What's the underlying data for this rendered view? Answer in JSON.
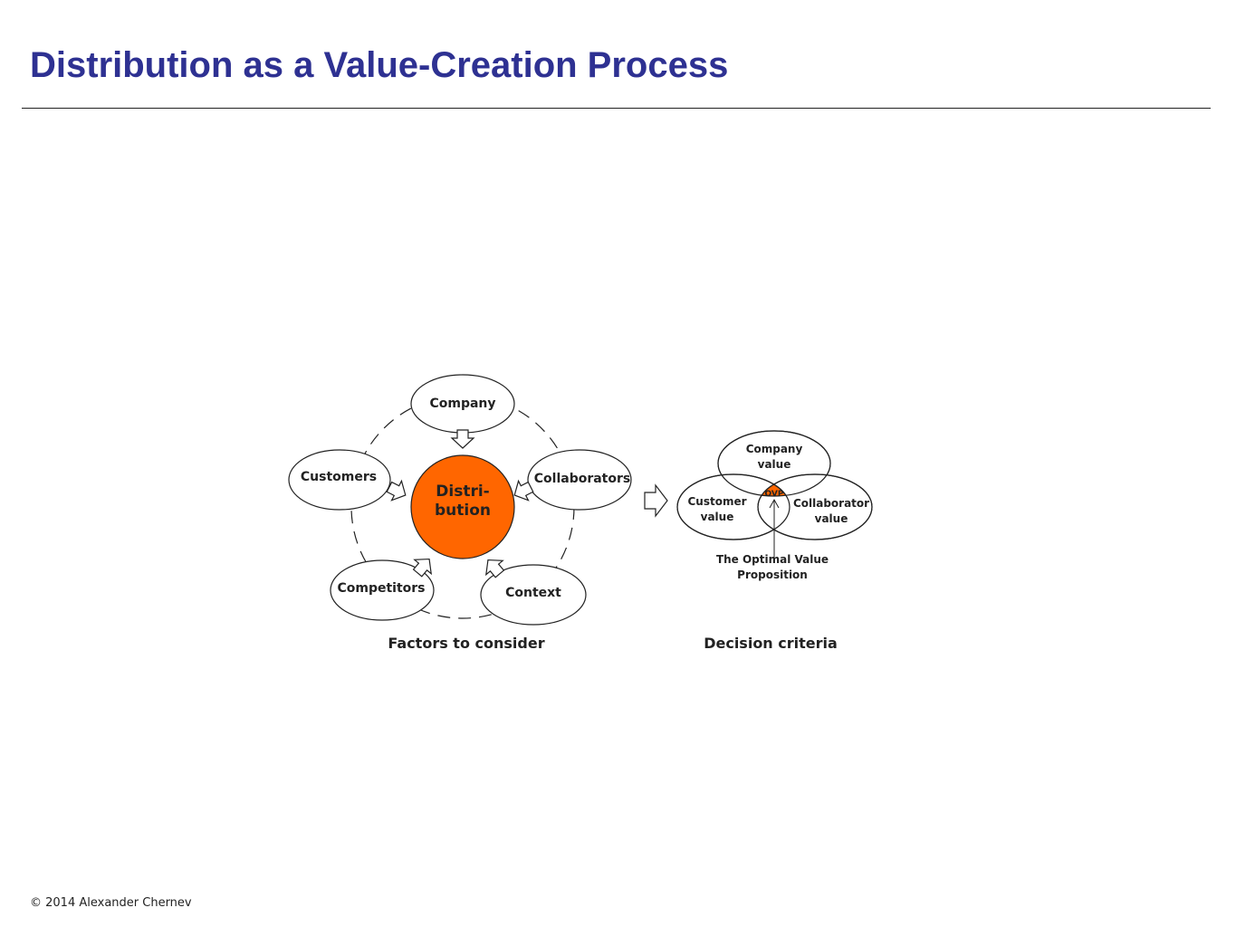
{
  "header": {
    "title": "Distribution as a Value-Creation Process"
  },
  "footer": {
    "copyright": "© 2014 Alexander Chernev"
  },
  "factors": {
    "center_line1": "Distri-",
    "center_line2": "bution",
    "company": "Company",
    "collaborators": "Collaborators",
    "customers": "Customers",
    "competitors": "Competitors",
    "context": "Context",
    "caption": "Factors to consider"
  },
  "criteria": {
    "company_value_line1": "Company",
    "company_value_line2": "value",
    "customer_value_line1": "Customer",
    "customer_value_line2": "value",
    "collaborator_value_line1": "Collaborator",
    "collaborator_value_line2": "value",
    "ovp": "OVP",
    "ovp_line1": "The Optimal Value",
    "ovp_line2": "Proposition",
    "caption": "Decision criteria"
  },
  "colors": {
    "title": "#2e3192",
    "accent": "#ff6600",
    "stroke": "#222222"
  }
}
